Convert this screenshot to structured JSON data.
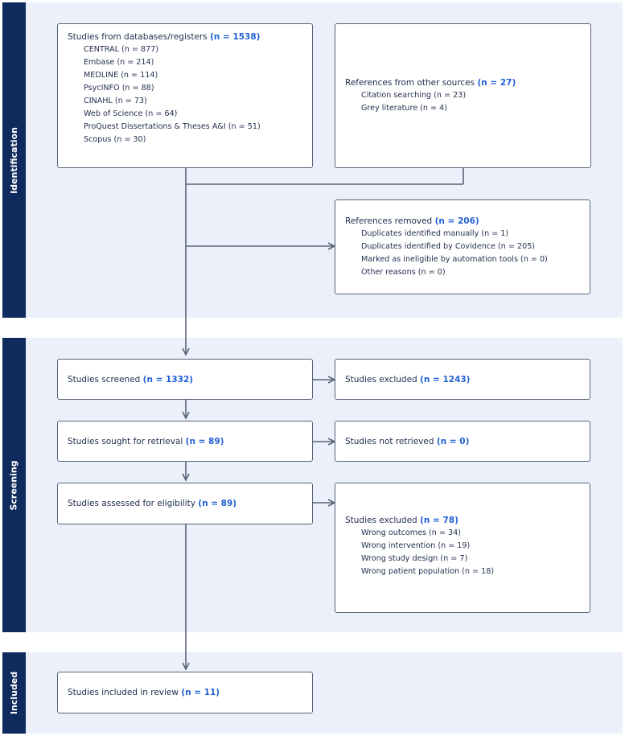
{
  "stages": {
    "identification": "Identification",
    "screening": "Screening",
    "included": "Included"
  },
  "databases": {
    "title": "Studies from databases/registers",
    "n": "(n = 1538)",
    "items": [
      "CENTRAL (n = 877)",
      "Embase (n = 214)",
      "MEDLINE (n = 114)",
      "PsycINFO (n = 88)",
      "CINAHL (n = 73)",
      "Web of Science (n = 64)",
      "ProQuest Dissertations & Theses A&I (n = 51)",
      "Scopus (n = 30)"
    ]
  },
  "other_sources": {
    "title": "References from other sources",
    "n": "(n = 27)",
    "items": [
      "Citation searching (n = 23)",
      "Grey literature (n = 4)"
    ]
  },
  "removed": {
    "title": "References removed",
    "n": "(n = 206)",
    "items": [
      "Duplicates identified manually (n = 1)",
      "Duplicates identified by Covidence (n = 205)",
      "Marked as ineligible by automation tools (n = 0)",
      "Other reasons (n = 0)"
    ]
  },
  "screened": {
    "title": "Studies screened",
    "n": "(n = 1332)"
  },
  "excluded1": {
    "title": "Studies excluded",
    "n": "(n = 1243)"
  },
  "retrieval": {
    "title": "Studies sought for retrieval",
    "n": "(n = 89)"
  },
  "not_retrieved": {
    "title": "Studies not retrieved",
    "n": "(n = 0)"
  },
  "eligibility": {
    "title": "Studies assessed for eligibility",
    "n": "(n = 89)"
  },
  "excluded2": {
    "title": "Studies excluded",
    "n": "(n = 78)",
    "items": [
      "Wrong outcomes (n = 34)",
      "Wrong intervention (n = 19)",
      "Wrong study design (n = 7)",
      "Wrong patient population (n = 18)"
    ]
  },
  "included": {
    "title": "Studies included in review",
    "n": "(n = 11)"
  }
}
